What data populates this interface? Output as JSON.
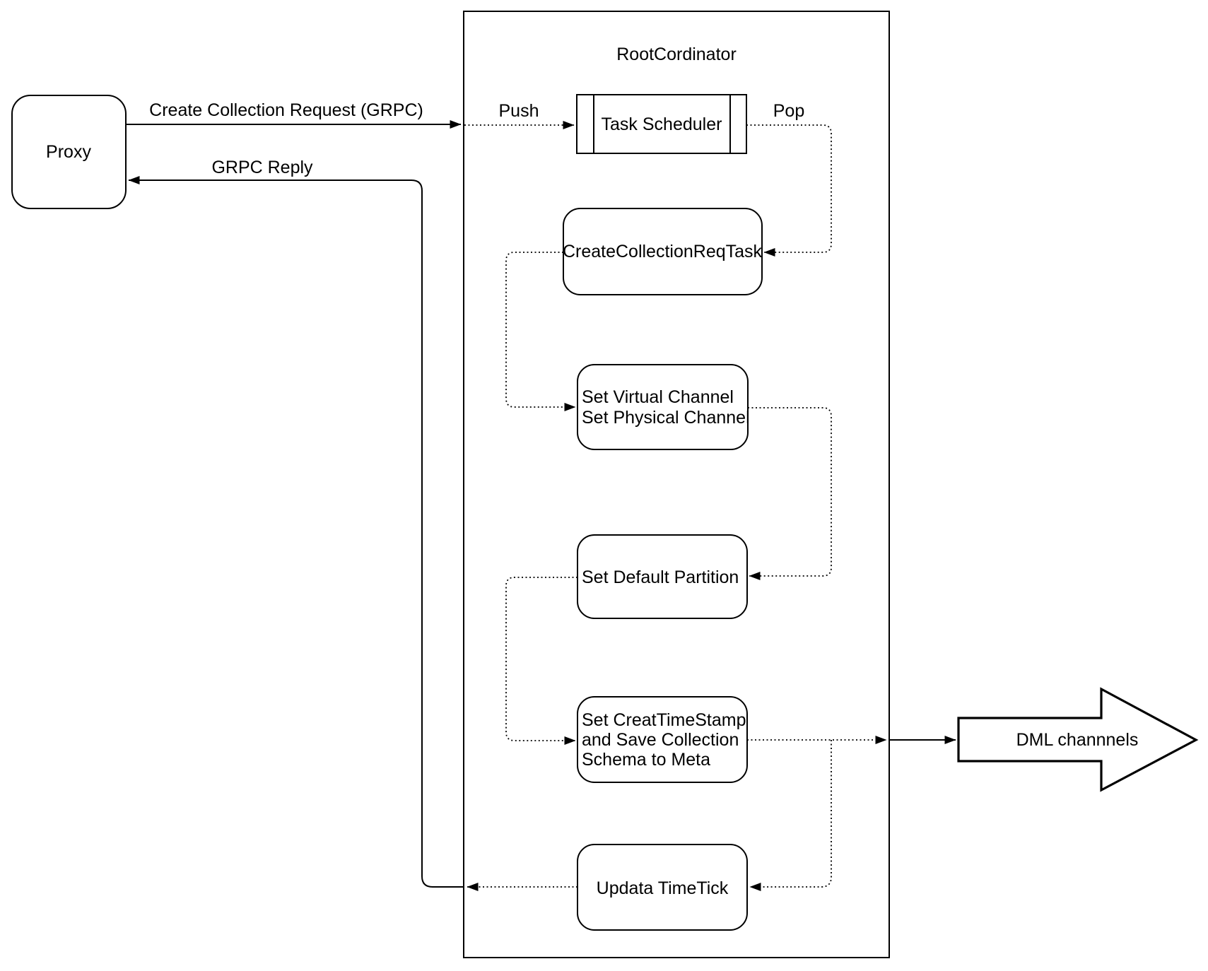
{
  "diagram": {
    "proxy_label": "Proxy",
    "container_title": "RootCordinator",
    "nodes": {
      "task_scheduler": "Task Scheduler",
      "create_collection_req_task": "CreateCollectionReqTask",
      "set_virtual_channel": {
        "lines": [
          "Set Virtual Channel",
          "Set Physical Channel"
        ]
      },
      "set_default_partition": "Set Default Partition",
      "set_creat_timestamp": {
        "lines": [
          "Set CreatTimeStamp",
          "and Save Collection",
          "Schema to Meta"
        ]
      },
      "updata_timetick": "Updata TimeTick",
      "dml_channels": "DML channnels"
    },
    "edge_labels": {
      "create_request": "Create Collection Request (GRPC)",
      "grpc_reply": "GRPC Reply",
      "push": "Push",
      "pop": "Pop"
    },
    "colors": {
      "stroke": "#000000",
      "node_fill": "#ffffff",
      "background": "#ffffff"
    }
  }
}
